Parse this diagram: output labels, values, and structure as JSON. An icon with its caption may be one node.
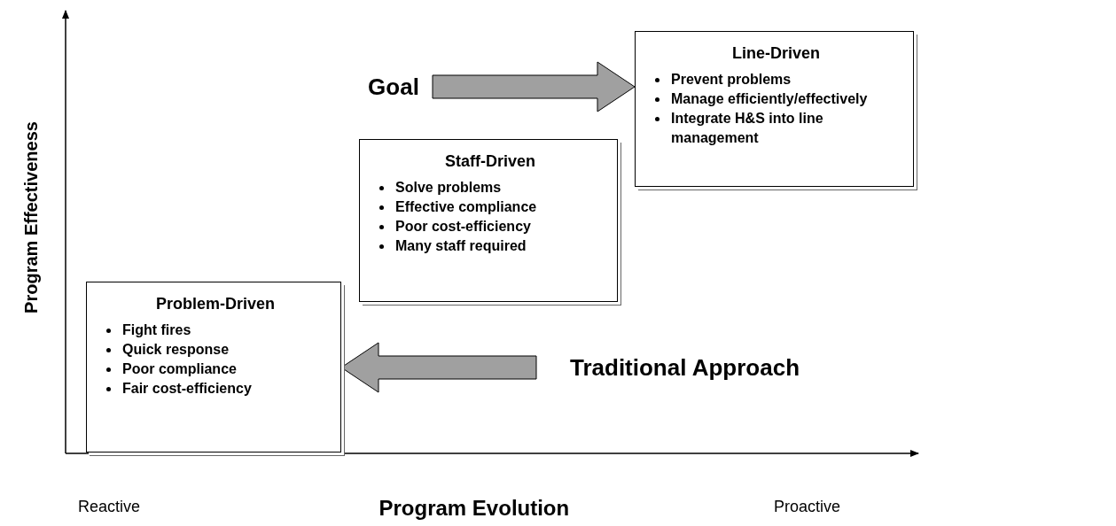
{
  "diagram": {
    "nodes": [
      {
        "text": [
          "Problem-Driven",
          "Fight fires",
          "Quick response",
          "Poor compliance",
          "Fair cost-efficiency"
        ]
      },
      {
        "text": [
          "Staff-Driven",
          "Solve problems",
          "Effective compliance",
          "Poor cost-efficiency",
          "Many staff required"
        ]
      },
      {
        "text": [
          "Line-Driven",
          "Prevent problems",
          "Manage efficiently/effectively",
          "Integrate H&S into line management"
        ]
      },
      {
        "text": [
          "Goal"
        ]
      },
      {
        "text": [
          "Traditional Approach"
        ]
      }
    ],
    "edges": [
      {
        "from": 3,
        "to": 2,
        "arrow": "to",
        "style": "thick"
      },
      {
        "from": 4,
        "to": 0,
        "arrow": "to",
        "style": "thick"
      }
    ],
    "labels": [
      "Program Effectiveness",
      "Reactive",
      "Program Evolution",
      "Proactive"
    ]
  }
}
